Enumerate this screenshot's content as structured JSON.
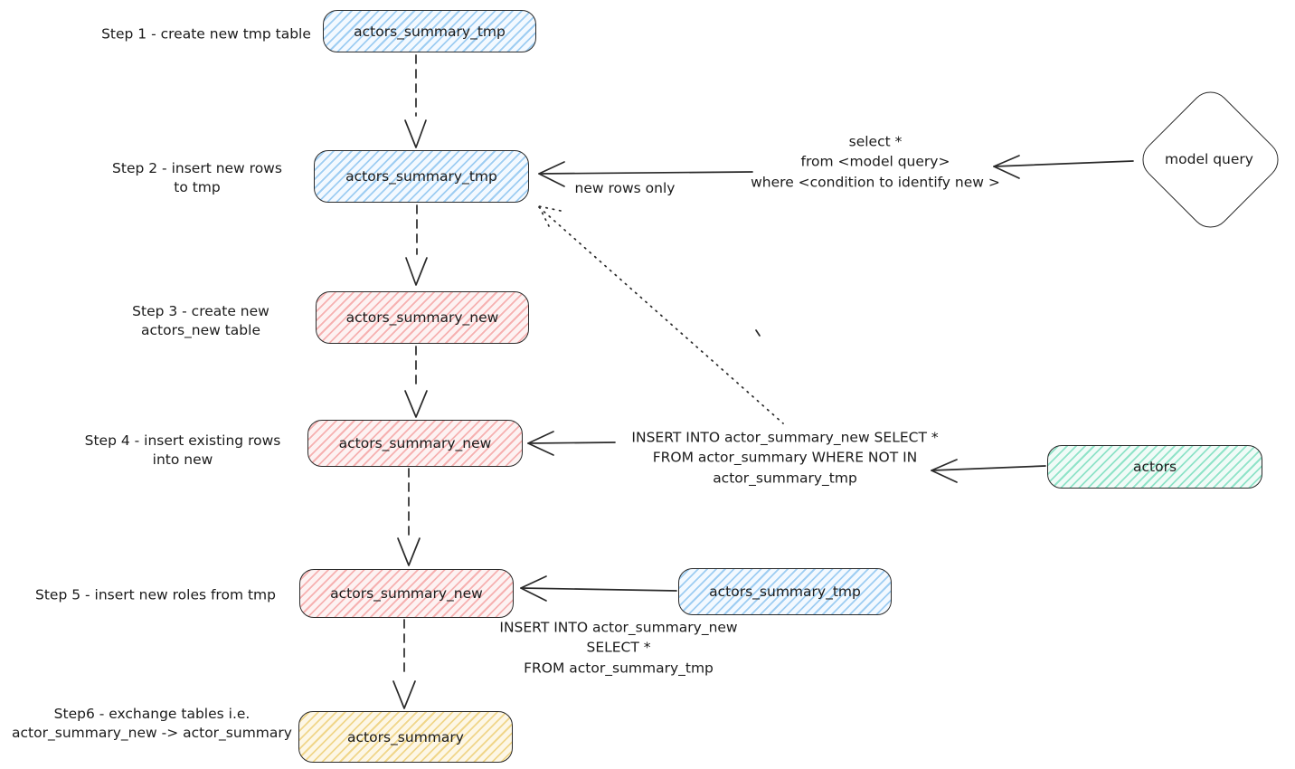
{
  "diagram": {
    "title_hint": "table swap flow",
    "colors": {
      "stroke": "#2a2a2a",
      "blue_fill": "#a5d8ff",
      "pink_fill": "#ffc9c9",
      "teal_fill": "#96e8cf",
      "yellow_fill": "#ffe599",
      "background": "#ffffff"
    },
    "step_labels": {
      "step1": "Step 1 - create new tmp table",
      "step2": "Step 2 - insert new rows\nto tmp",
      "step3": "Step 3 - create new\nactors_new table",
      "step4": "Step 4 - insert existing rows\ninto new",
      "step5": "Step 5 - insert new roles from tmp",
      "step6": "Step6 - exchange tables i.e.\nactor_summary_new -> actor_summary"
    },
    "nodes": {
      "step1_tmp": "actors_summary_tmp",
      "step2_tmp": "actors_summary_tmp",
      "step3_new": "actors_summary_new",
      "step4_new": "actors_summary_new",
      "step5_new": "actors_summary_new",
      "step5_tmp_source": "actors_summary_tmp",
      "step6_final": "actors_summary",
      "actors_source": "actors",
      "model_query": "model query"
    },
    "annotations": {
      "model_query_sql": "select *\nfrom <model query>\nwhere <condition to identify new >",
      "new_rows_only": "new rows only",
      "step4_sql": "INSERT INTO actor_summary_new SELECT *\nFROM actor_summary WHERE NOT IN\nactor_summary_tmp",
      "step5_sql": "INSERT INTO actor_summary_new\nSELECT *\nFROM actor_summary_tmp"
    }
  }
}
